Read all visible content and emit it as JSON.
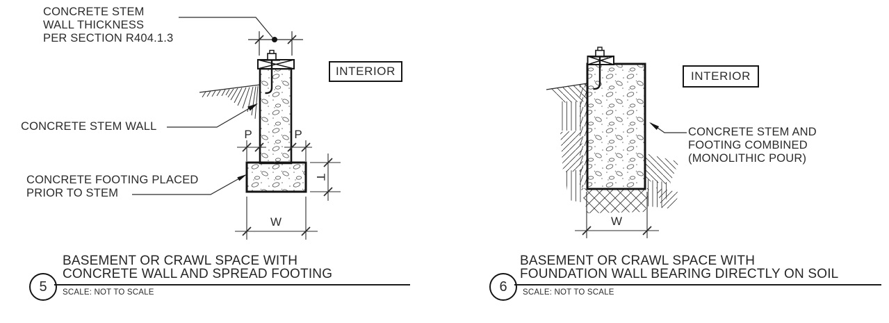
{
  "page": {
    "background": "#ffffff",
    "line_color": "#141414",
    "text_color": "#2b2b2b",
    "drawing_type": "foundation construction details"
  },
  "details": [
    {
      "number": "5",
      "title_line1": "BASEMENT OR CRAWL SPACE WITH",
      "title_line2": "CONCRETE WALL AND SPREAD FOOTING",
      "scale_note": "SCALE: NOT TO SCALE",
      "interior_label": "INTERIOR",
      "callouts": {
        "stem_thickness": [
          "CONCRETE STEM",
          "WALL THICKNESS",
          "PER SECTION R404.1.3"
        ],
        "stem_wall": "CONCRETE STEM WALL",
        "footing": [
          "CONCRETE FOOTING PLACED",
          "PRIOR TO STEM"
        ]
      },
      "dims": {
        "left_projection": "P",
        "right_projection": "P",
        "footing_thickness": "T",
        "footing_width": "W"
      }
    },
    {
      "number": "6",
      "title_line1": "BASEMENT OR CRAWL SPACE WITH",
      "title_line2": "FOUNDATION WALL BEARING DIRECTLY ON SOIL",
      "scale_note": "SCALE: NOT TO SCALE",
      "interior_label": "INTERIOR",
      "callouts": {
        "monolithic": [
          "CONCRETE STEM AND",
          "FOOTING COMBINED",
          "(MONOLITHIC POUR)"
        ]
      },
      "dims": {
        "wall_width": "W"
      }
    }
  ]
}
